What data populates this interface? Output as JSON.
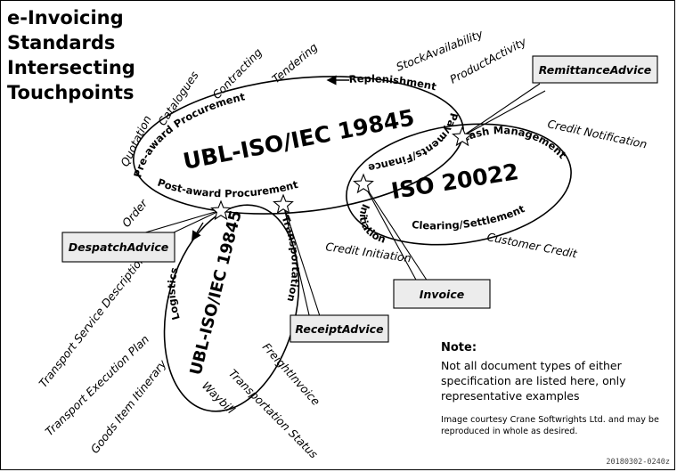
{
  "title": {
    "lines": [
      "e-Invoicing",
      "Standards",
      "Intersecting",
      "Touchpoints"
    ]
  },
  "ellipses": {
    "ubl_main": "UBL-ISO/IEC 19845",
    "ubl_logistics": "UBL-ISO/IEC 19845",
    "iso": "ISO 20022"
  },
  "segments": {
    "pre_award": "Pre-award Procurement",
    "replenishment": "Replenishment",
    "payments": "Payments/Finance",
    "post_award": "Post-award Procurement",
    "cash_management": "Cash Management",
    "clearing": "Clearing/Settlement",
    "initiation": "Initiation",
    "logistics": "Logistics",
    "transportation": "Transportation"
  },
  "documents": {
    "quotation": "Quotation",
    "catalogues": "Catalogues",
    "contracting": "Contracting",
    "tendering": "Tendering",
    "stock_availability": "StockAvailability",
    "product_activity": "ProductActivity",
    "order": "Order",
    "credit_notification": "Credit Notification",
    "customer_credit": "Customer Credit",
    "credit_initiation": "Credit Initiation",
    "transport_service_description": "Transport Service Description",
    "transport_execution_plan": "Transport Execution Plan",
    "goods_item_itinerary": "Goods Item Itinerary",
    "waybill": "Waybill",
    "transportation_status": "Transportation Status",
    "freight_invoice": "FreightInvoice"
  },
  "callouts": {
    "remittance_advice": "RemittanceAdvice",
    "despatch_advice": "DespatchAdvice",
    "receipt_advice": "ReceiptAdvice",
    "invoice": "Invoice"
  },
  "note": {
    "heading": "Note:",
    "body": "Not all document types of either specification are listed here, only representative examples",
    "credit": "Image courtesy Crane Softwrights Ltd. and may be reproduced in whole as desired."
  },
  "stamp": "20180302-0240z"
}
